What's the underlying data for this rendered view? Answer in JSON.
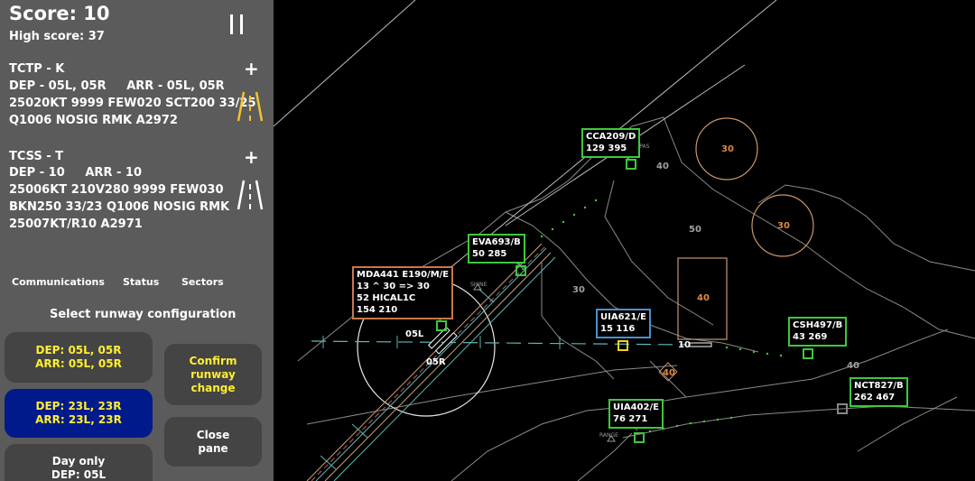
{
  "score": {
    "label": "Score: 10",
    "high": "High score: 37"
  },
  "pause_glyph": "||",
  "airports": [
    {
      "code": "TCTP - K",
      "runways": "DEP - 05L, 05R     ARR - 05L, 05R",
      "metar1": "25020KT 9999 FEW020 SCT200 33/25",
      "metar2": "Q1006 NOSIG RMK A2972",
      "add": "+",
      "runway_icon_color": "#f2c230"
    },
    {
      "code": "TCSS - T",
      "runways": "DEP - 10     ARR - 10",
      "metar1": "25006KT 210V280 9999 FEW030",
      "metar2": "BKN250 33/23 Q1006 NOSIG RMK",
      "metar3": "25007KT/R10 A2971",
      "add": "+",
      "runway_icon_color": "#ffffff"
    }
  ],
  "tabs": [
    "Communications",
    "Status",
    "Sectors"
  ],
  "runway_pane": {
    "title": "Select runway configuration",
    "options": [
      {
        "dep": "DEP: 05L, 05R",
        "arr": "ARR: 05L, 05R",
        "selected": false
      },
      {
        "dep": "DEP: 23L, 23R",
        "arr": "ARR: 23L, 23R",
        "selected": true
      },
      {
        "dep": "Day only",
        "arr": "DEP: 05L",
        "selected": false
      }
    ],
    "confirm": [
      "Confirm",
      "runway",
      "change"
    ],
    "close": [
      "Close",
      "pane"
    ]
  },
  "colors": {
    "panel_bg": "#5b5b5b",
    "button_bg": "#444444",
    "selected_bg": "#001a8c",
    "accent_yellow": "#ffee33",
    "green": "#3ec83e",
    "orange": "#c8784a",
    "blue": "#4a90d0"
  },
  "aircraft": [
    {
      "callsign": "CCA209/D",
      "info": "129 395",
      "color": "#3ec83e"
    },
    {
      "callsign": "EVA693/B",
      "info": "50 285",
      "color": "#3ec83e"
    },
    {
      "callsign": "MDA441 E190/M/E",
      "info": "13 ^ 30 => 30",
      "info2": "52 HICAL1C",
      "info3": "154 210",
      "color": "#c8784a"
    },
    {
      "callsign": "UIA621/E",
      "info": "15 116",
      "color": "#4a90d0"
    },
    {
      "callsign": "CSH497/B",
      "info": "43 269",
      "color": "#3ec83e"
    },
    {
      "callsign": "UIA402/E",
      "info": "76 271",
      "color": "#3ec83e"
    },
    {
      "callsign": "NCT827/B",
      "info": "262 467",
      "color": "#3ec83e"
    }
  ],
  "map_labels": {
    "alt_40a": "40",
    "alt_30a": "30",
    "alt_50": "50",
    "alt_30b": "30",
    "alt_30c": "30",
    "alt_40b": "40",
    "alt_40c": "40",
    "alt_40d": "40",
    "rwy_05L": "05L",
    "rwy_05R": "05R",
    "rwy_10": "10",
    "fix_enpas": "ENPAS",
    "fix_shine": "SHINE",
    "fix_range": "RANGE"
  }
}
